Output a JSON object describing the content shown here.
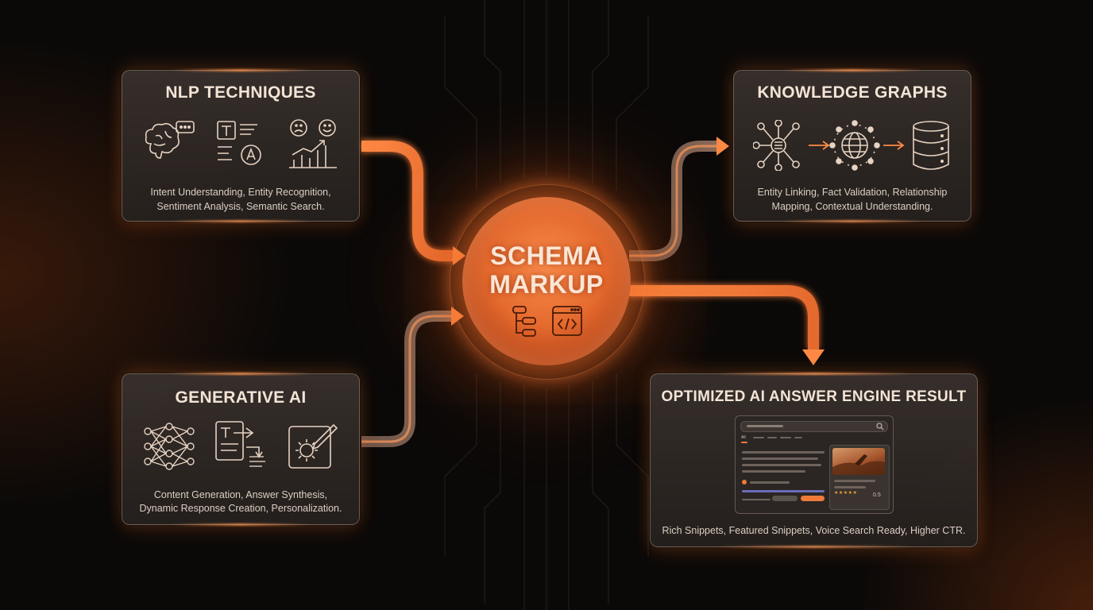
{
  "hub": {
    "line1": "SCHEMA",
    "line2": "MARKUP",
    "icons": [
      "schema-tree-icon",
      "code-window-icon"
    ]
  },
  "cards": {
    "nlp": {
      "title": "NLP TECHNIQUES",
      "desc_line1": "Intent Understanding, Entity Recognition,",
      "desc_line2": "Sentiment Analysis, Semantic Search.",
      "icons": [
        "brain-chat-icon",
        "text-translate-icon",
        "sentiment-chart-icon"
      ]
    },
    "generative": {
      "title": "GENERATIVE AI",
      "desc_line1": "Content Generation, Answer Synthesis,",
      "desc_line2": "Dynamic Response Creation, Personalization.",
      "icons": [
        "neural-network-icon",
        "document-transform-icon",
        "gear-pencil-icon"
      ]
    },
    "knowledge": {
      "title": "KNOWLEDGE GRAPHS",
      "desc_line1": "Entity Linking, Fact Validation, Relationship",
      "desc_line2": "Mapping, Contextual Understanding.",
      "icons": [
        "node-graph-icon",
        "globe-network-icon",
        "database-icon"
      ]
    },
    "result": {
      "title": "OPTIMIZED AI ANSWER ENGINE RESULT",
      "desc": "Rich Snippets, Featured Snippets, Voice Search Ready, Higher CTR.",
      "serp": {
        "tab_label": "All",
        "rating_stars": "★★★★★",
        "rating_value": "0.5"
      }
    }
  },
  "colors": {
    "accent": "#f07a3a",
    "accent_light": "#ffb07a",
    "card_bg": "#332c29",
    "background": "#0b0908"
  }
}
